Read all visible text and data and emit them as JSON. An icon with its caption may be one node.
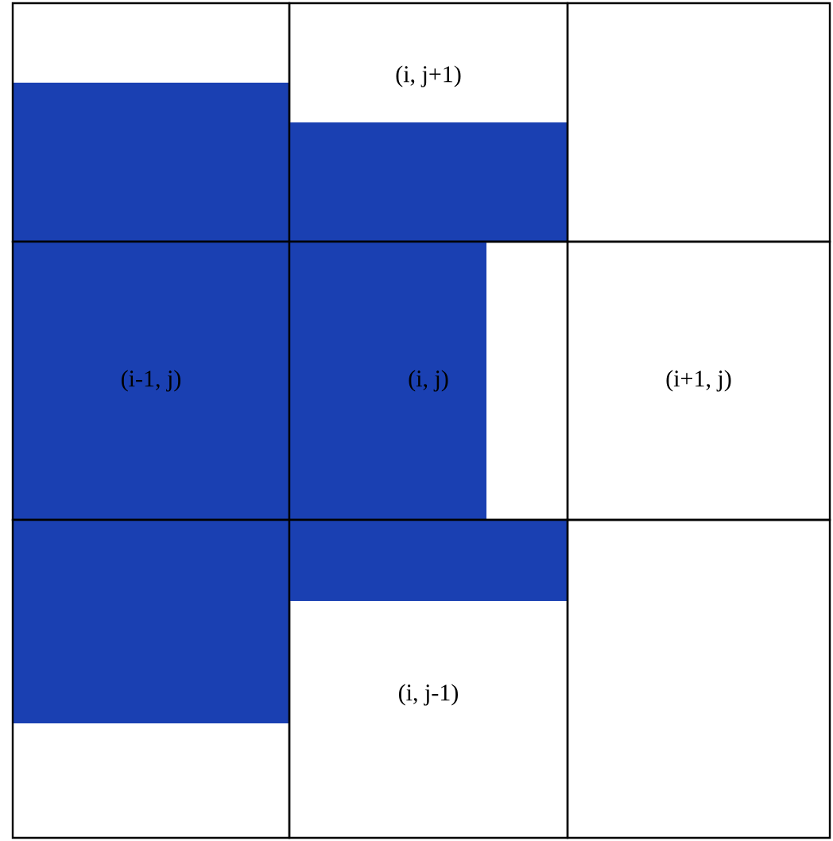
{
  "diagram": {
    "nodes": [
      {
        "text": [],
        "shape": "box"
      },
      {
        "text": [
          "(i, j+1)"
        ]
      },
      {
        "text": [],
        "shape": "box"
      },
      {
        "text": [
          "(i-1, j)"
        ]
      },
      {
        "text": [
          "(i, j)"
        ]
      },
      {
        "text": [
          "(i+1, j)"
        ]
      },
      {
        "text": [],
        "shape": "box"
      },
      {
        "text": [
          "(i, j-1)"
        ]
      },
      {
        "text": [],
        "shape": "box"
      }
    ]
  }
}
